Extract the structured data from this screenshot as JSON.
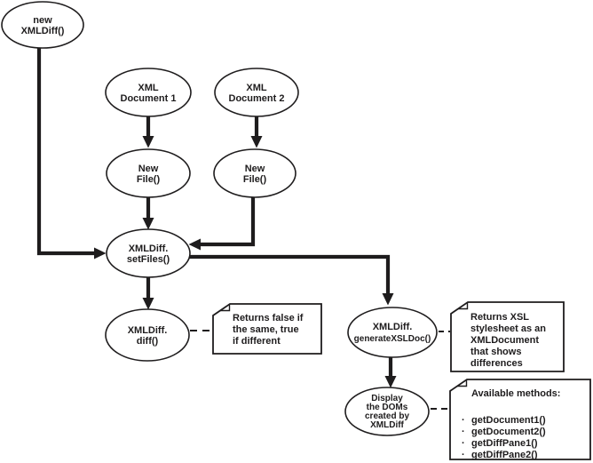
{
  "colors": {
    "background": "#ffffff",
    "ink": "#1e1c1d"
  },
  "nodes": {
    "new_xmldiff": {
      "lines": [
        "new",
        "XMLDiff()"
      ]
    },
    "xml_document_1": {
      "lines": [
        "XML",
        "Document 1"
      ]
    },
    "xml_document_2": {
      "lines": [
        "XML",
        "Document 2"
      ]
    },
    "new_file_1": {
      "lines": [
        "New",
        "File()"
      ]
    },
    "new_file_2": {
      "lines": [
        "New",
        "File()"
      ]
    },
    "setfiles": {
      "lines": [
        "XMLDiff.",
        "setFiles()"
      ]
    },
    "diff": {
      "lines": [
        "XMLDiff.",
        "diff()"
      ]
    },
    "generate_xsl_doc": {
      "lines": [
        "XMLDiff.",
        "generateXSLDoc()"
      ]
    },
    "display_doms": {
      "lines": [
        "Display",
        "the DOMs",
        "created by",
        "XMLDiff"
      ]
    }
  },
  "notes": {
    "diff_note": {
      "lines": [
        "Returns false if",
        "the same, true",
        "if different"
      ]
    },
    "xsl_note": {
      "lines": [
        "Returns XSL",
        "stylesheet as an",
        "XMLDocument",
        "that shows",
        "differences"
      ]
    },
    "methods_note": {
      "title": "Available methods:",
      "bullet": "·",
      "items": [
        "getDocument1()",
        "getDocument2()",
        "getDiffPane1()",
        "getDiffPane2()"
      ]
    }
  }
}
